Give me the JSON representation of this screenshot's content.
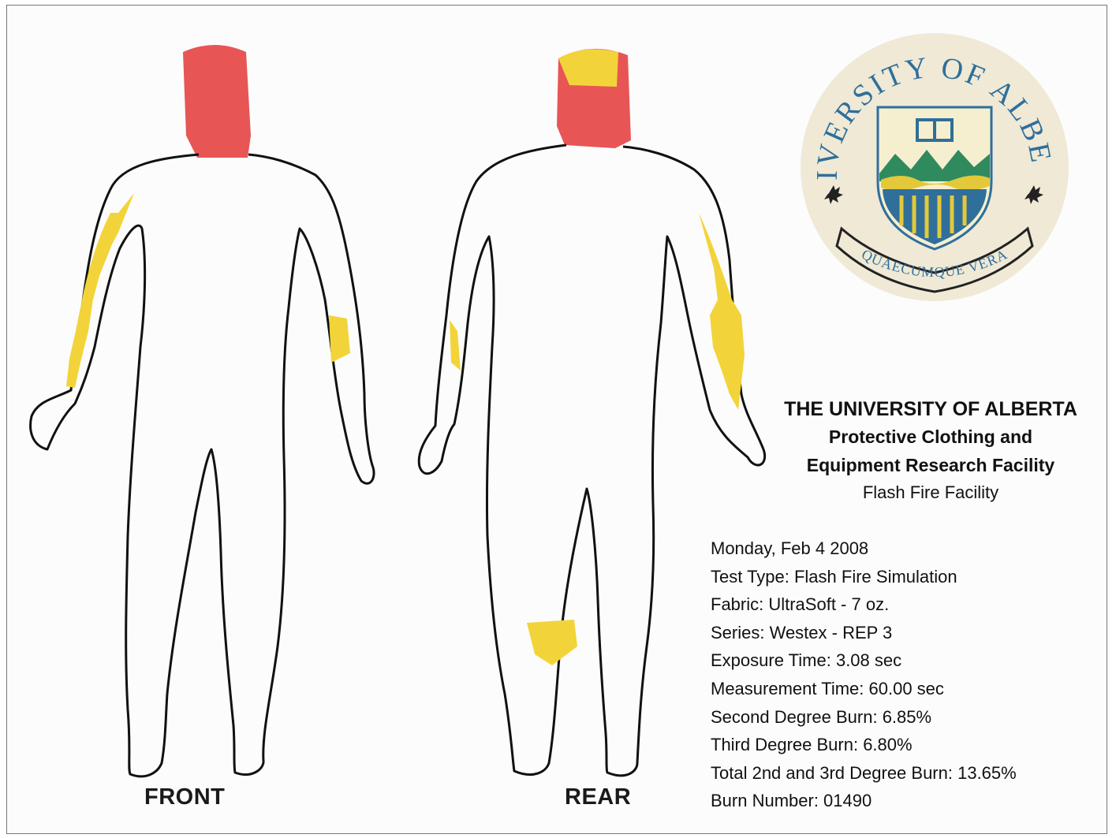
{
  "labels": {
    "front": "FRONT",
    "rear": "REAR"
  },
  "seal": {
    "ring_text": "UNIVERSITY OF ALBERTA",
    "motto": "QUAECUMQUE VERA"
  },
  "header": {
    "university": "THE UNIVERSITY OF ALBERTA",
    "facility_line1": "Protective Clothing and",
    "facility_line2": "Equipment Research Facility",
    "facility_line3": "Flash Fire Facility"
  },
  "details": [
    "Monday, Feb 4 2008",
    "Test Type: Flash Fire Simulation",
    "Fabric: UltraSoft - 7 oz.",
    "Series: Westex - REP 3",
    "Exposure Time: 3.08 sec",
    "Measurement Time: 60.00 sec",
    "Second Degree Burn: 6.85%",
    "Third Degree Burn: 6.80%",
    "Total 2nd and 3rd Degree Burn: 13.65%",
    "Burn Number: 01490"
  ],
  "colors": {
    "third_degree": "#e85555",
    "second_degree": "#f2d43a",
    "outline": "#111111",
    "seal_bg": "#efe9d6",
    "seal_text": "#2f6f9a",
    "shield_green": "#2f8a5e"
  }
}
